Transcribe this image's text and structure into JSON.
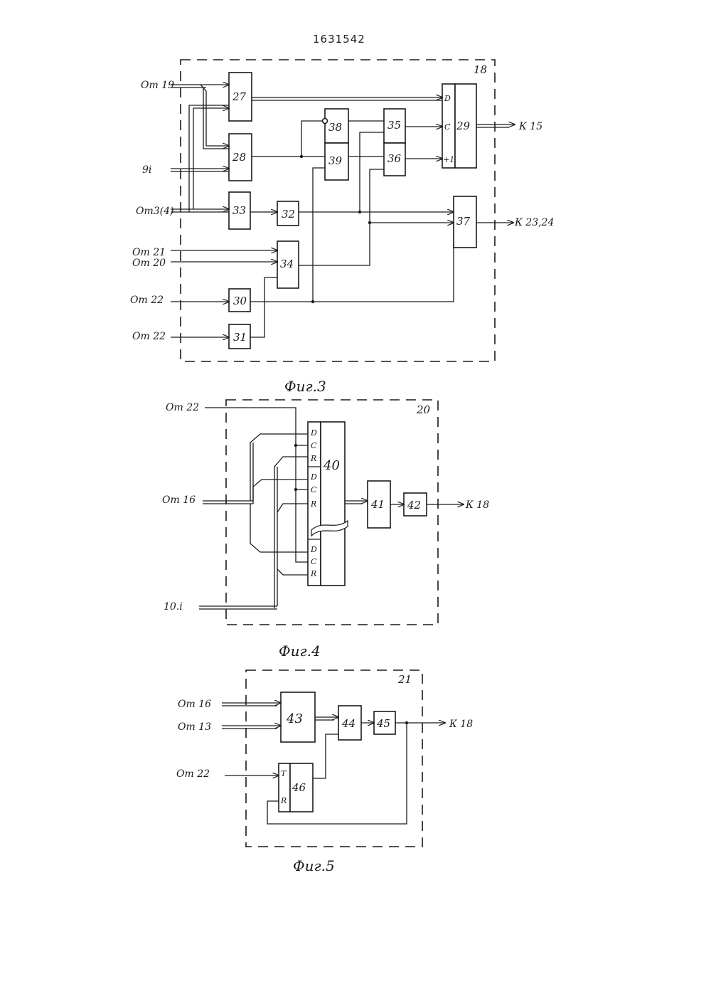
{
  "header": {
    "patent_number": "1631542"
  },
  "fig3": {
    "caption": "Фиг.3",
    "unit": "18",
    "blocks": [
      "27",
      "28",
      "29",
      "30",
      "31",
      "32",
      "33",
      "34",
      "35",
      "36",
      "37",
      "38",
      "39"
    ],
    "pins_29": [
      "D",
      "C",
      "+1"
    ],
    "inputs": [
      "От 19",
      "9i",
      "От3(4)",
      "От 21",
      "От 20",
      "От 22",
      "От 22"
    ],
    "outputs": [
      "К 15",
      "К 23,24"
    ]
  },
  "fig4": {
    "caption": "Фиг.4",
    "unit": "20",
    "blocks": [
      "40",
      "41",
      "42"
    ],
    "pins": [
      "D",
      "C",
      "R"
    ],
    "inputs": [
      "От 22",
      "От 16",
      "10.i"
    ],
    "outputs": [
      "К 18"
    ]
  },
  "fig5": {
    "caption": "Фиг.5",
    "unit": "21",
    "blocks": [
      "43",
      "44",
      "45",
      "46"
    ],
    "pins_46": [
      "T",
      "R"
    ],
    "inputs": [
      "От 16",
      "От 13",
      "От 22"
    ],
    "outputs": [
      "К 18"
    ]
  }
}
